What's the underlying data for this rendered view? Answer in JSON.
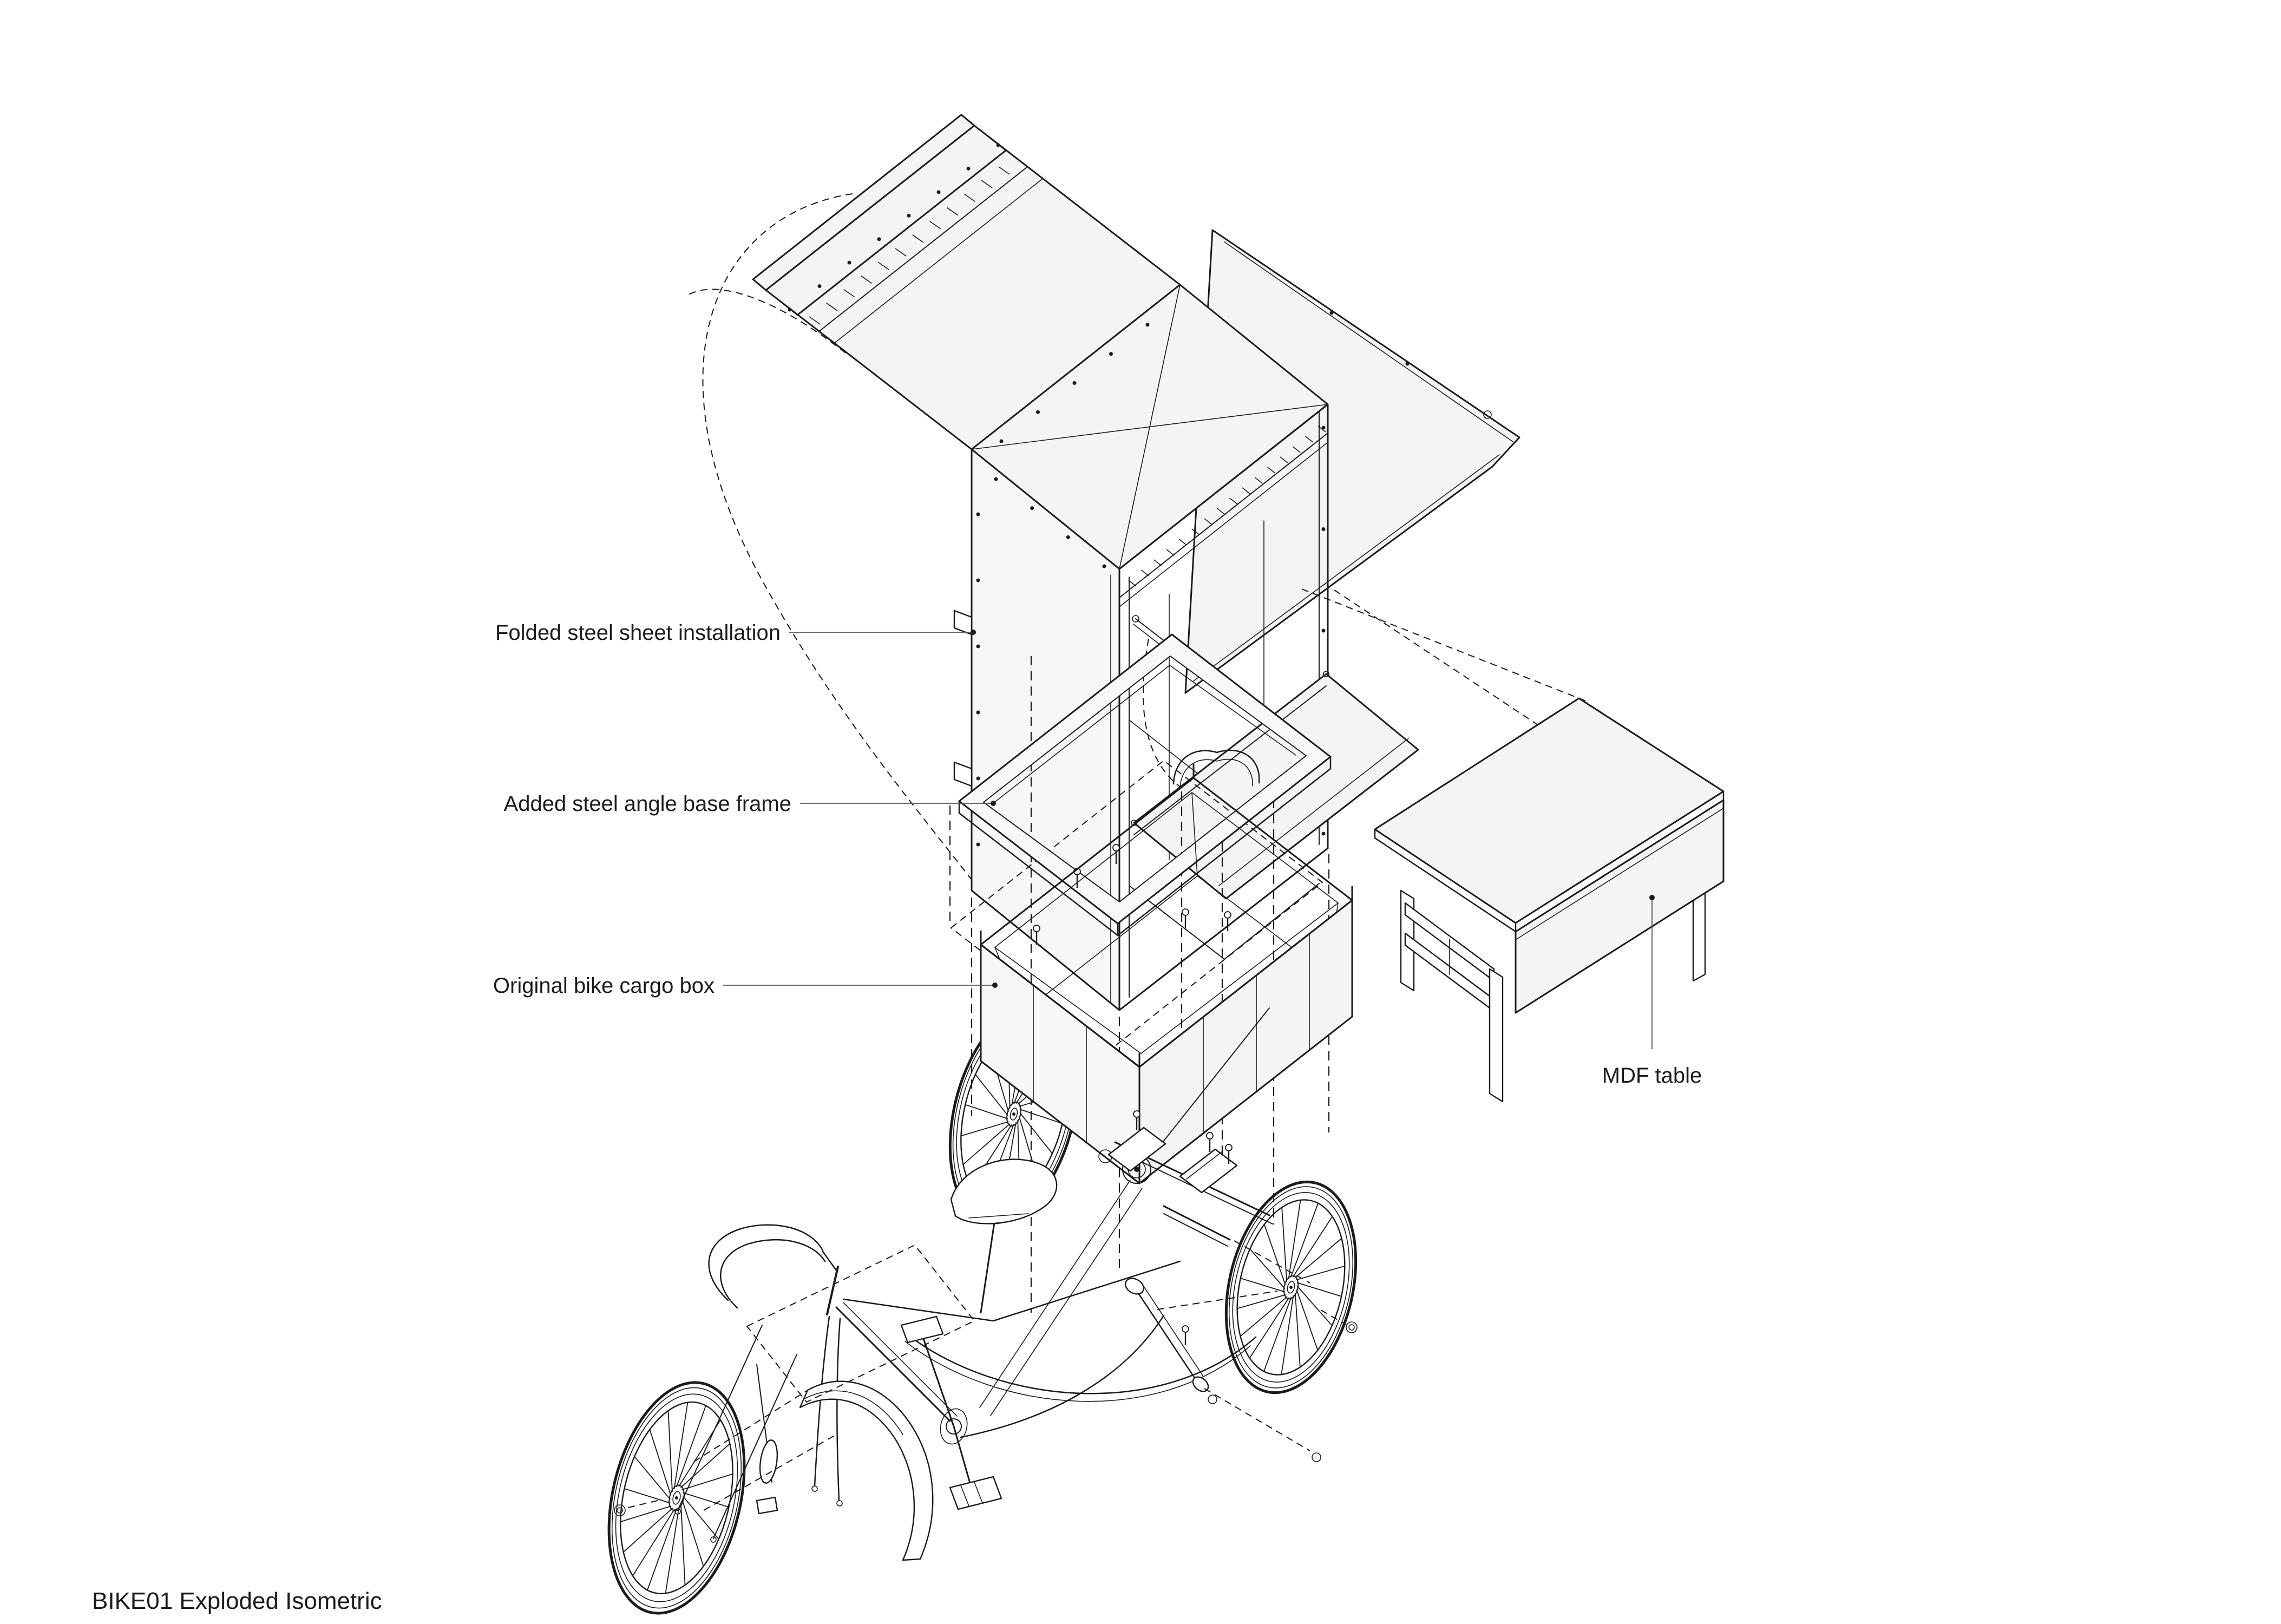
{
  "title_block": {
    "caption": "BIKE01 Exploded Isometric"
  },
  "annotations": {
    "folded_steel": {
      "text": "Folded steel sheet installation"
    },
    "base_frame": {
      "text": "Added steel angle base frame"
    },
    "cargo_box": {
      "text": "Original bike cargo box"
    },
    "mdf_table": {
      "text": "MDF table"
    }
  },
  "style": {
    "background": "#ffffff",
    "line_color": "#1b1b1b",
    "panel_fill": "#f4f4f4",
    "label_color": "#1b1b1b"
  }
}
